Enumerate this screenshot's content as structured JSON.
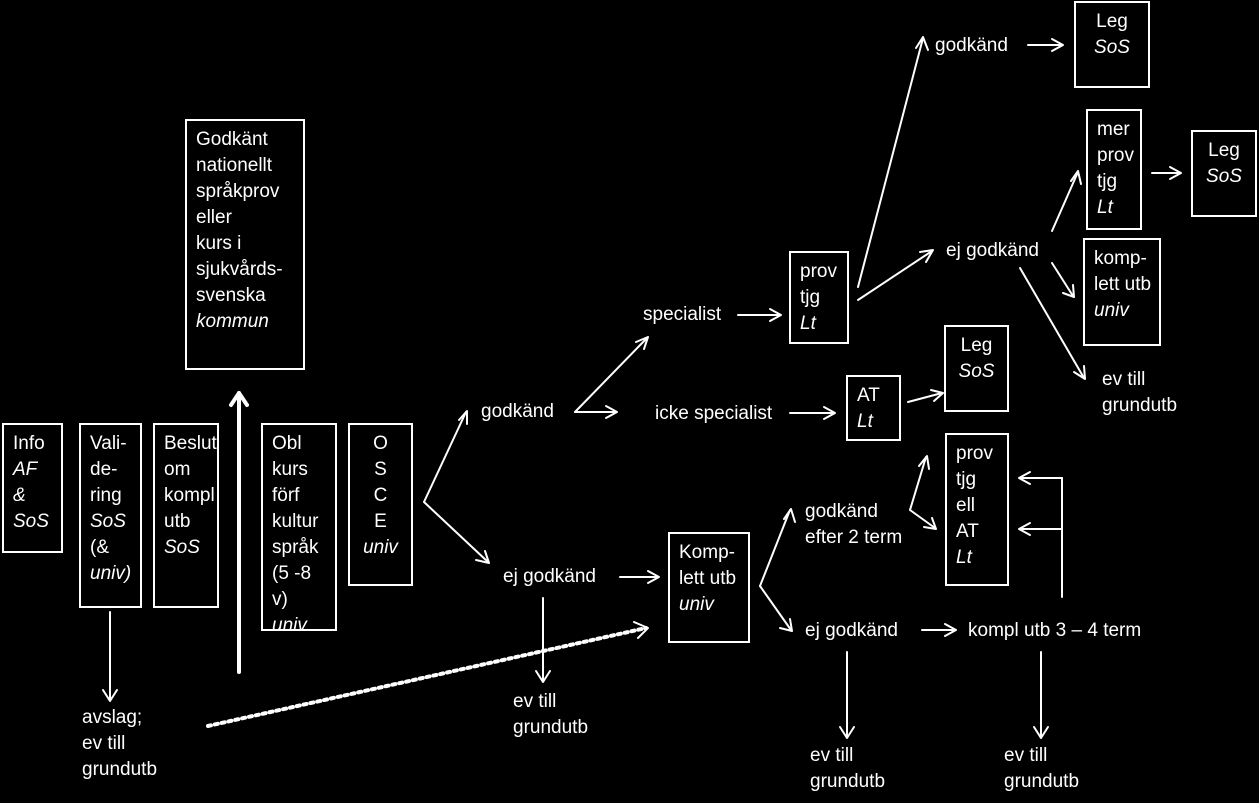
{
  "nodes": {
    "info": {
      "lines": [
        "Info",
        "AF",
        "&",
        "SoS"
      ],
      "italic": [
        false,
        true,
        true,
        true
      ]
    },
    "validering": {
      "lines": [
        "Vali-",
        "de-",
        "ring",
        "SoS",
        "(&",
        "univ)"
      ],
      "italic": [
        false,
        false,
        false,
        true,
        false,
        true
      ]
    },
    "beslut": {
      "lines": [
        "Beslut",
        "om",
        "kompl",
        "utb",
        "SoS"
      ],
      "italic": [
        false,
        false,
        false,
        false,
        true
      ]
    },
    "sprakprov": {
      "lines": [
        "Godkänt",
        "nationellt",
        "språkprov",
        "eller",
        "kurs i",
        "sjukvårds-",
        "svenska",
        "kommun"
      ],
      "italic": [
        false,
        false,
        false,
        false,
        false,
        false,
        false,
        true
      ]
    },
    "oblkurs": {
      "lines": [
        "Obl",
        "kurs",
        "förf",
        "kultur",
        "språk",
        "(5 -8",
        "v)",
        "univ"
      ],
      "italic": [
        false,
        false,
        false,
        false,
        false,
        false,
        false,
        true
      ]
    },
    "osce": {
      "lines": [
        "O",
        "S",
        "C",
        "E",
        "univ"
      ],
      "italic": [
        false,
        false,
        false,
        false,
        true
      ]
    },
    "avslag": {
      "lines": [
        "avslag;",
        "ev till",
        "grundutb"
      ]
    },
    "osce_godkand": {
      "lines": [
        "godkänd"
      ]
    },
    "osce_ej_godkand": {
      "lines": [
        "ej godkänd"
      ]
    },
    "ev_till_grundutb_1": {
      "lines": [
        "ev till",
        "grundutb"
      ]
    },
    "specialist": {
      "lines": [
        "specialist"
      ]
    },
    "icke_specialist": {
      "lines": [
        "icke specialist"
      ]
    },
    "provtjg_1": {
      "lines": [
        "prov",
        "tjg",
        "Lt"
      ],
      "italic": [
        false,
        false,
        true
      ]
    },
    "at_1": {
      "lines": [
        "AT",
        "Lt"
      ],
      "italic": [
        false,
        true
      ]
    },
    "leg_sos_1": {
      "lines": [
        "Leg",
        "SoS"
      ],
      "italic": [
        false,
        true
      ]
    },
    "provtjg_godkand": {
      "lines": [
        "godkänd"
      ]
    },
    "leg_sos_2": {
      "lines": [
        "Leg",
        "SoS"
      ],
      "italic": [
        false,
        true
      ]
    },
    "provtjg_ej_godkand": {
      "lines": [
        "ej godkänd"
      ]
    },
    "mer_provtjg": {
      "lines": [
        "mer",
        "prov",
        "tjg",
        "Lt"
      ],
      "italic": [
        false,
        false,
        false,
        true
      ]
    },
    "leg_sos_3": {
      "lines": [
        "Leg",
        "SoS"
      ],
      "italic": [
        false,
        true
      ]
    },
    "komplett_utb_univ": {
      "lines": [
        "komp-",
        "lett utb",
        "univ"
      ],
      "italic": [
        false,
        false,
        true
      ]
    },
    "ev_till_grundutb_2": {
      "lines": [
        "ev till",
        "grundutb"
      ]
    },
    "komplett_utb": {
      "lines": [
        "Komp-",
        "lett utb",
        "univ"
      ],
      "italic": [
        false,
        false,
        true
      ]
    },
    "godkand_efter": {
      "lines": [
        "godkänd",
        "efter 2 term"
      ]
    },
    "komp_ej_godkand": {
      "lines": [
        "ej godkänd"
      ]
    },
    "provtjg_ell_at": {
      "lines": [
        "prov",
        "tjg",
        "ell",
        "AT",
        "Lt"
      ],
      "italic": [
        false,
        false,
        false,
        false,
        true
      ]
    },
    "kompl_utb_3_4": {
      "lines": [
        "kompl utb 3 – 4 term"
      ]
    },
    "ev_till_grundutb_3": {
      "lines": [
        "ev till",
        "grundutb"
      ]
    },
    "ev_till_grundutb_4": {
      "lines": [
        "ev till",
        "grundutb"
      ]
    }
  }
}
